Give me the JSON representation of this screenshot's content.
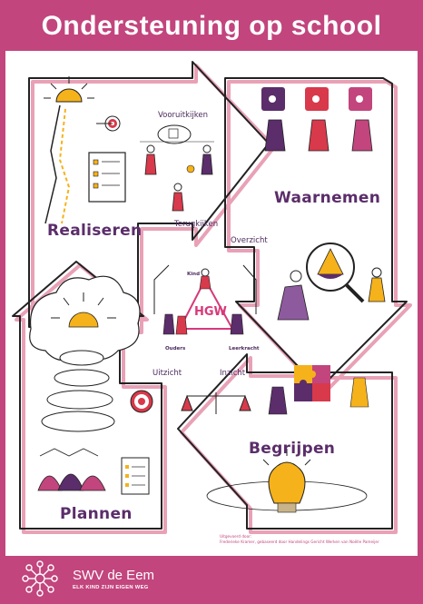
{
  "title": "Ondersteuning op school",
  "phases": {
    "realiseren": "Realiseren",
    "waarnemen": "Waarnemen",
    "begrijpen": "Begrijpen",
    "plannen": "Plannen"
  },
  "steps": {
    "vooruitkijken": "Vooruitkijken",
    "terugkijken": "Terugkijken",
    "overzicht": "Overzicht",
    "uitzicht": "Uitzicht",
    "inzicht": "Inzicht"
  },
  "triangle": {
    "center": "HGW",
    "top": "Kind",
    "left": "Ouders",
    "right": "Leerkracht"
  },
  "credits": {
    "line1": "Uitgevoerd door:",
    "line2": "Frederieke Kramer, gebaseerd door Handelings Gericht Werken van Noëlle Pameijer"
  },
  "footer": {
    "brand": "SWV de Eem",
    "tagline": "ELK KIND ZIJN EIGEN WEG"
  },
  "colors": {
    "magenta": "#c2457d",
    "purple": "#5b2d6a",
    "yellow": "#f5b21b",
    "red": "#d8394b",
    "pink": "#e8a1b6"
  },
  "icons": [
    "sun-icon",
    "target-icon",
    "checklist-icon",
    "puzzle-icon",
    "magnifier-icon",
    "lightbulb-icon",
    "scale-icon",
    "cloud-icon",
    "network-logo-icon"
  ]
}
